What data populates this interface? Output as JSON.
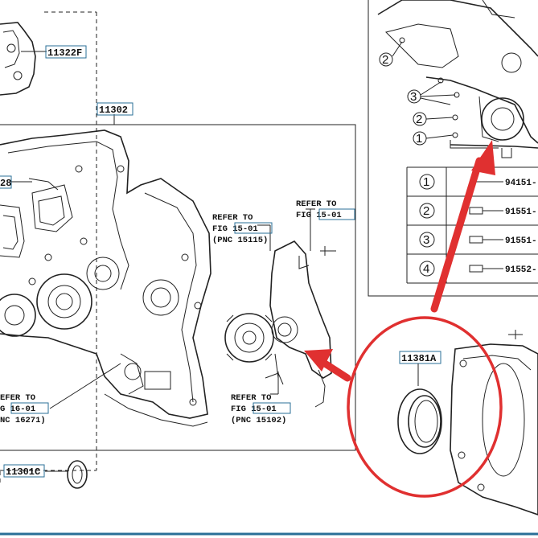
{
  "parts": {
    "p1": "11322F",
    "p2": "11302",
    "p3": "11381A",
    "p4": "11301C",
    "p5": "28"
  },
  "refs": {
    "r1": {
      "l1": "REFER TO",
      "l2a": "FIG ",
      "l2b": "15-01",
      "l3": "(PNC 15115)"
    },
    "r2": {
      "l1": "REFER TO",
      "l2a": "FIG ",
      "l2b": "15-01"
    },
    "r3": {
      "l1": "EFER TO",
      "l2a": "G ",
      "l2b": "16-01",
      "l3": "NC 16271)"
    },
    "r4": {
      "l1": "REFER TO",
      "l2a": "FIG ",
      "l2b": "15-01",
      "l3": "(PNC 15102)"
    }
  },
  "inset_labels": [
    "1",
    "2",
    "3",
    "2"
  ],
  "table": [
    {
      "num": "1",
      "code": "94151-"
    },
    {
      "num": "2",
      "code": "91551-"
    },
    {
      "num": "3",
      "code": "91551-"
    },
    {
      "num": "4",
      "code": "91552-"
    }
  ],
  "colors": {
    "annotation": "#e03030",
    "part_box": "#2a6f97"
  }
}
